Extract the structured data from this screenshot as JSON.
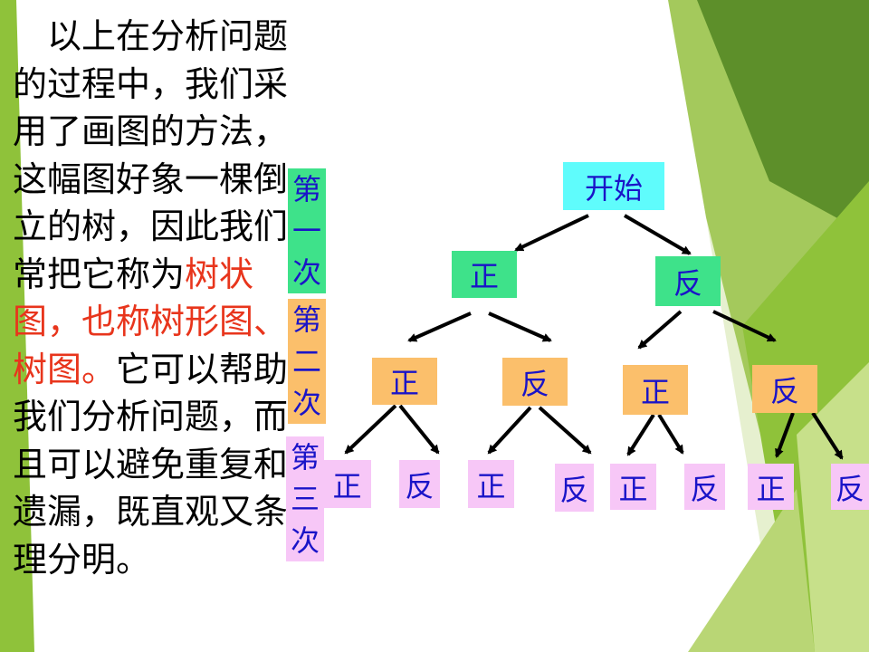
{
  "paragraph": {
    "before": "　以上在分析问题的过程中，我们采用了画图的方法，这幅图好象一棵倒立的树，因此我们常把它称为",
    "highlight": "树状图，也称树形图、树图。",
    "after": "它可以帮助我们分析问题，而且可以避免重复和遗漏，既直观又条理分明。"
  },
  "levels": [
    {
      "chars": [
        "第",
        "一",
        "次"
      ],
      "color": "#3ee28a"
    },
    {
      "chars": [
        "第",
        "二",
        "次"
      ],
      "color": "#fbbf6b"
    },
    {
      "chars": [
        "第",
        "三",
        "次"
      ],
      "color": "#f7c7f7"
    }
  ],
  "tree": {
    "root": "开始",
    "level1": [
      "正",
      "反"
    ],
    "level2": [
      "正",
      "反",
      "正",
      "反"
    ],
    "level3": [
      "正",
      "反",
      "正",
      "反",
      "正",
      "反",
      "正",
      "反"
    ]
  },
  "colors": {
    "root": "#5ffcfc",
    "level1": "#3ee28a",
    "level2": "#fbbf6b",
    "level3": "#f7c7f7",
    "text": "#1a14c8",
    "highlight": "#e8351c",
    "green_dark": "#5d8f2a",
    "green_mid": "#8fc23a",
    "green_light": "#c7e08a"
  }
}
